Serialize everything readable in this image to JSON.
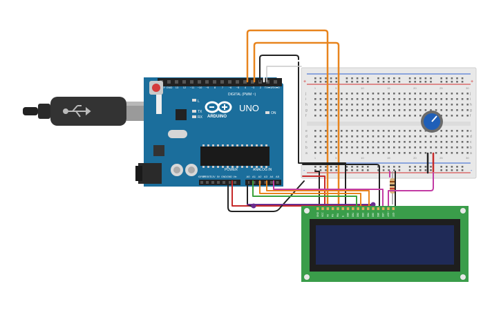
{
  "colors": {
    "board": "#1b6e9c",
    "board_dark": "#135879",
    "breadboard": "#e8e8e8",
    "rail_red": "#d22b2b",
    "rail_blue": "#2b5fd2",
    "lcd_pcb": "#3a9d4a",
    "lcd_screen": "#1f2a57",
    "wire_orange": "#e8841d",
    "wire_black": "#222222",
    "wire_magenta": "#c23aa3",
    "wire_red": "#c62828",
    "wire_green": "#3aa13a",
    "wire_purple": "#6a2d8f",
    "pot_blue": "#1f5fb8",
    "usb_gray": "#8a8a8a"
  },
  "arduino": {
    "brand": "ARDUINO",
    "model": "UNO",
    "digital_label": "DIGITAL (PWM ~)",
    "power_label": "POWER",
    "analog_label": "ANALOG IN",
    "on_label": "ON",
    "tx_label": "TX",
    "rx_label": "RX",
    "digital_pins": [
      "AREF",
      "GND",
      "13",
      "12",
      "~11",
      "~10",
      "~9",
      "8",
      "7",
      "~6",
      "~5",
      "4",
      "~3",
      "2",
      "TX➡1",
      "RX⬅0"
    ],
    "power_pins": [
      "IOREF",
      "RESET",
      "3.3V",
      "5V",
      "GND",
      "GND",
      "Vin"
    ],
    "analog_pins": [
      "A0",
      "A1",
      "A2",
      "A3",
      "A4",
      "A5"
    ],
    "l_label": "L"
  },
  "breadboard": {
    "columns": [
      "1",
      "5",
      "10",
      "15",
      "20",
      "25",
      "30"
    ],
    "rows_top": [
      "j",
      "i",
      "h",
      "g",
      "f"
    ],
    "rows_bottom": [
      "e",
      "d",
      "c",
      "b",
      "a"
    ],
    "rail_plus": "+",
    "rail_minus": "-"
  },
  "lcd": {
    "pins": [
      "GND",
      "VCC",
      "V0",
      "RS",
      "RW",
      "E",
      "DB0",
      "DB1",
      "DB2",
      "DB3",
      "DB4",
      "DB5",
      "DB6",
      "DB7",
      "LED+",
      "LED-"
    ]
  },
  "icons": {
    "usb": "usb-icon",
    "reset": "reset-button-icon",
    "potentiometer": "potentiometer-icon",
    "resistor": "resistor-icon"
  }
}
